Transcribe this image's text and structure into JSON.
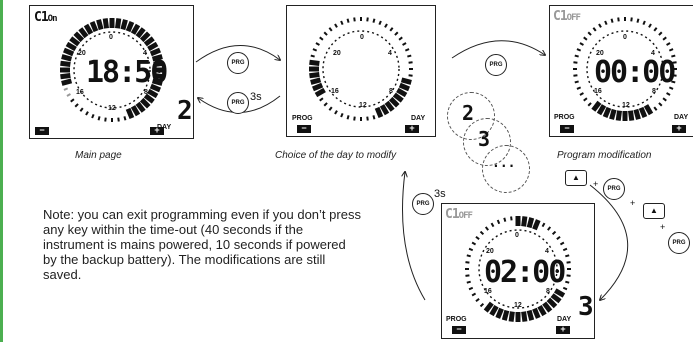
{
  "displays": {
    "main": {
      "mode": "C1",
      "mode_suffix": "On",
      "time": "18:50",
      "day_label": "DAY",
      "day": "2",
      "dial": [
        "20",
        "0",
        "4",
        "16",
        "8",
        "12"
      ],
      "minus": "−",
      "plus": "+"
    },
    "choice": {
      "prog": "PROG",
      "day_label": "DAY",
      "dial": [
        "20",
        "0",
        "4",
        "16",
        "8",
        "12"
      ],
      "minus": "−",
      "plus": "+"
    },
    "program": {
      "mode": "C1",
      "mode_suffix": "OFF",
      "time": "00:00",
      "prog": "PROG",
      "day_label": "DAY",
      "dial": [
        "20",
        "0",
        "4",
        "16",
        "8",
        "12"
      ],
      "minus": "−",
      "plus": "+"
    },
    "lower": {
      "mode": "C1",
      "mode_suffix": "OFF",
      "time": "02:00",
      "prog": "PROG",
      "day_label": "DAY",
      "day": "3",
      "dial": [
        "20",
        "0",
        "4",
        "16",
        "8",
        "12"
      ],
      "minus": "−",
      "plus": "+"
    }
  },
  "captions": {
    "main": "Main page",
    "choice": "Choice of the day to modify",
    "program": "Program modification"
  },
  "buttons": {
    "prg": "PRG",
    "hold": "3s",
    "up": "▲",
    "plus_sign": "+"
  },
  "day_bubbles": [
    "2",
    "3",
    "..."
  ],
  "note": "Note: you can exit programming even if you don’t press any key within the time-out (40 seconds if the instrument is mains powered, 10 seconds if powered by the backup battery).  The modifications are still saved."
}
